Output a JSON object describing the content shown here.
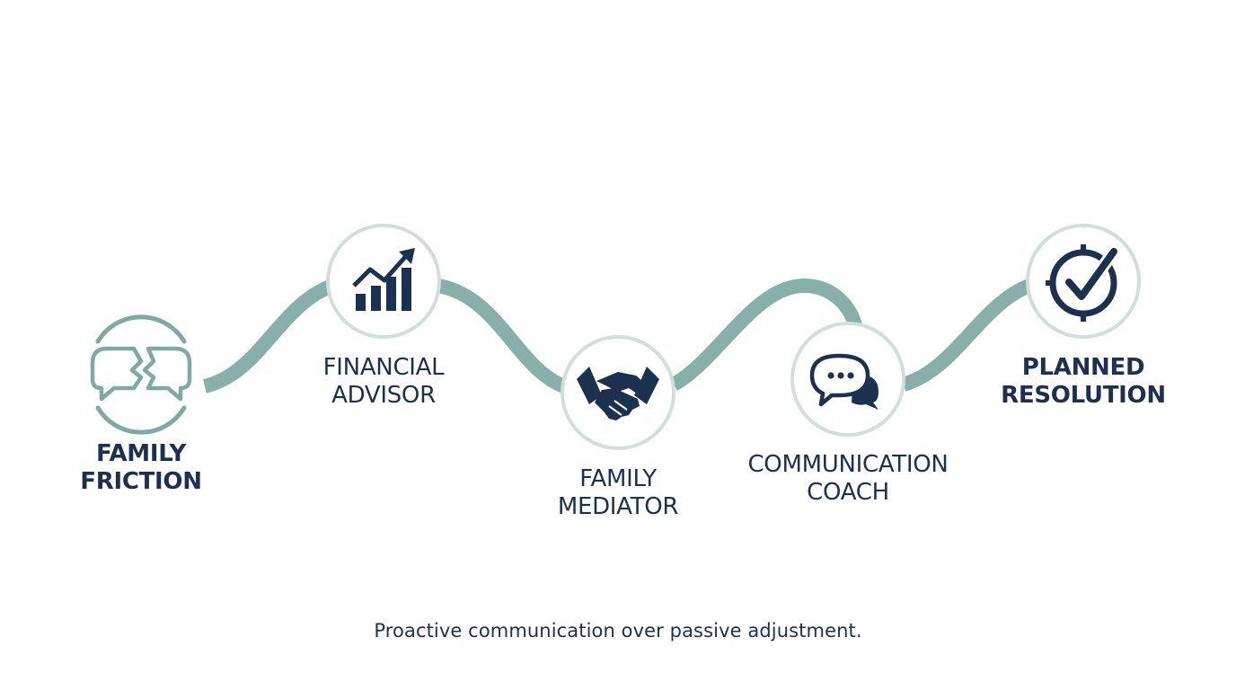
{
  "stages": [
    {
      "name": "family-friction",
      "icon": "broken-chat-icon",
      "lines": [
        "FAMILY",
        "FRICTION"
      ],
      "emphasis": "bold"
    },
    {
      "name": "financial-advisor",
      "icon": "growth-chart-icon",
      "lines": [
        "FINANCIAL",
        "ADVISOR"
      ],
      "emphasis": "regular"
    },
    {
      "name": "family-mediator",
      "icon": "handshake-icon",
      "lines": [
        "FAMILY",
        "MEDIATOR"
      ],
      "emphasis": "regular"
    },
    {
      "name": "communication-coach",
      "icon": "speech-bubbles-icon",
      "lines": [
        "COMMUNICATION",
        "COACH"
      ],
      "emphasis": "regular"
    },
    {
      "name": "planned-resolution",
      "icon": "check-clock-icon",
      "lines": [
        "PLANNED",
        "RESOLUTION"
      ],
      "emphasis": "bold"
    }
  ],
  "footer": "Proactive communication over passive adjustment.",
  "colors": {
    "path": "#86b0a9",
    "navy": "#1c3150",
    "teal_icon": "#7fa9a3",
    "ring": "#d3dedb"
  }
}
